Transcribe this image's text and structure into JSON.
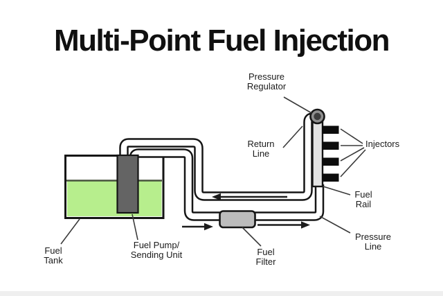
{
  "title": "Multi-Point Fuel Injection",
  "diagram": {
    "type": "schematic",
    "subject": "multi-point fuel injection system",
    "components": [
      "Fuel Tank",
      "Fuel Pump/Sending Unit",
      "Fuel Filter",
      "Pressure Line",
      "Return Line",
      "Pressure Regulator",
      "Fuel Rail",
      "Injectors"
    ],
    "injector_count": 4,
    "flow": {
      "pressure_line_direction": "right (pump to fuel rail, through fuel filter)",
      "return_line_direction": "left (pressure regulator back to tank)"
    }
  },
  "labels": {
    "pressure_regulator": {
      "line1": "Pressure",
      "line2": "Regulator"
    },
    "return_line": {
      "line1": "Return",
      "line2": "Line"
    },
    "injectors": {
      "line1": "Injectors"
    },
    "fuel_rail": {
      "line1": "Fuel",
      "line2": "Rail"
    },
    "pressure_line": {
      "line1": "Pressure",
      "line2": "Line"
    },
    "fuel_filter": {
      "line1": "Fuel",
      "line2": "Filter"
    },
    "fuel_pump": {
      "line1": "Fuel Pump/",
      "line2": "Sending Unit"
    },
    "fuel_tank": {
      "line1": "Fuel",
      "line2": "Tank"
    }
  },
  "colors": {
    "background": "#ffffff",
    "outline": "#151515",
    "fuel_green": "#b7ee8d",
    "fuel_surface_line": "#47523c",
    "pump_gray": "#646464",
    "rail_gray": "#e3e3e3",
    "filter_gray": "#bcbcbc",
    "injector_black": "#0c0c0c",
    "regulator_ring": "#8f8f8f",
    "regulator_core": "#3d3d3d",
    "text": "#1b1b1b"
  }
}
